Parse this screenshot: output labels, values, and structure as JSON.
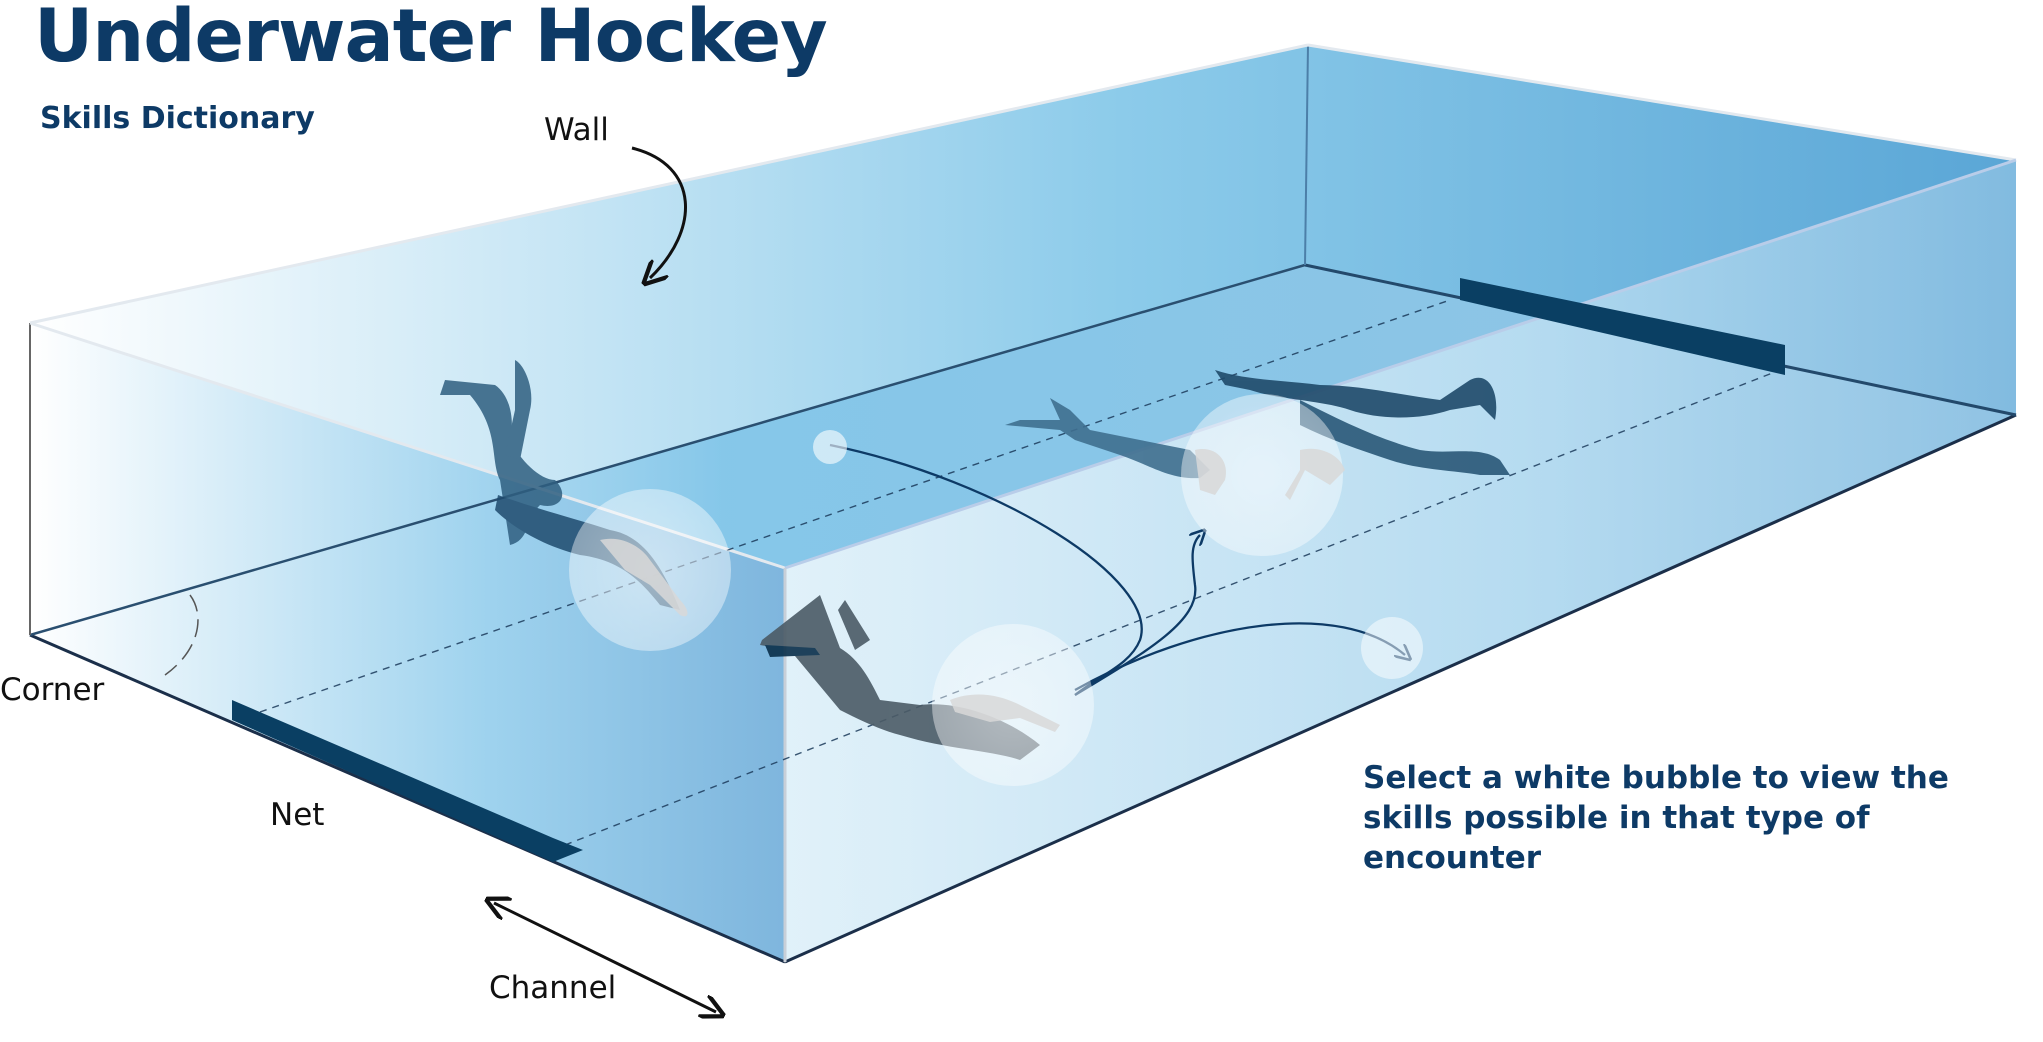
{
  "header": {
    "title": "Underwater Hockey",
    "subtitle": "Skills Dictionary"
  },
  "labels": {
    "wall": "Wall",
    "corner": "Corner",
    "net": "Net",
    "channel": "Channel"
  },
  "instruction": "Select a white bubble to view the skills possible in that type of encounter",
  "colors": {
    "title": "#0d3a66",
    "water_deep": "#5fa8d8",
    "water_light": "#ffffff",
    "net": "#0a3f63",
    "arrow": "#0d3a66"
  },
  "bubbles": [
    {
      "name": "wall-encounter-bubble"
    },
    {
      "name": "center-encounter-bubble"
    },
    {
      "name": "midfield-encounter-bubble"
    },
    {
      "name": "puck-bubble-small"
    },
    {
      "name": "pass-target-bubble"
    }
  ]
}
